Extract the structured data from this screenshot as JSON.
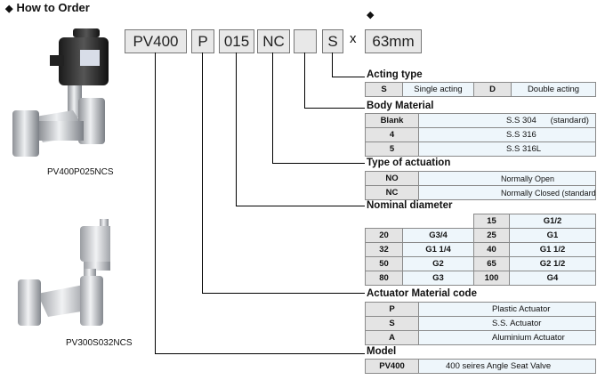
{
  "heading": "How to Order",
  "order_code": {
    "model": "PV400",
    "actuator": "P",
    "diameter": "015",
    "actuation": "NC",
    "material": "",
    "acting": "S",
    "x": "x",
    "length": "63mm"
  },
  "products": [
    {
      "caption": "PV400P025NCS"
    },
    {
      "caption": "PV300S032NCS"
    }
  ],
  "sections": {
    "acting_type": {
      "title": "Acting type",
      "rows": [
        [
          "S",
          "Single acting",
          "D",
          "Double acting"
        ]
      ]
    },
    "body_material": {
      "title": "Body Material",
      "rows": [
        {
          "code": "Blank",
          "desc": "S.S 304",
          "note": "(standard)"
        },
        {
          "code": "4",
          "desc": "S.S 316",
          "note": ""
        },
        {
          "code": "5",
          "desc": "S.S 316L",
          "note": ""
        }
      ]
    },
    "type_of_actuation": {
      "title": "Type of actuation",
      "rows": [
        {
          "code": "NO",
          "desc": "Normally Open",
          "note": ""
        },
        {
          "code": "NC",
          "desc": "Normally Closed",
          "note": "(standard)"
        }
      ]
    },
    "nominal_diameter": {
      "title": "Nominal diameter",
      "rows": [
        [
          "",
          "",
          "15",
          "G1/2"
        ],
        [
          "20",
          "G3/4",
          "25",
          "G1"
        ],
        [
          "32",
          "G1 1/4",
          "40",
          "G1 1/2"
        ],
        [
          "50",
          "G2",
          "65",
          "G2 1/2"
        ],
        [
          "80",
          "G3",
          "100",
          "G4"
        ]
      ]
    },
    "actuator_material": {
      "title": "Actuator Material code",
      "rows": [
        {
          "code": "P",
          "desc": "Plastic Actuator"
        },
        {
          "code": "S",
          "desc": "S.S. Actuator"
        },
        {
          "code": "A",
          "desc": "Aluminium Actuator"
        }
      ]
    },
    "model": {
      "title": "Model",
      "rows": [
        {
          "code": "PV400",
          "desc": "400 seires Angle Seat Valve"
        }
      ]
    }
  }
}
